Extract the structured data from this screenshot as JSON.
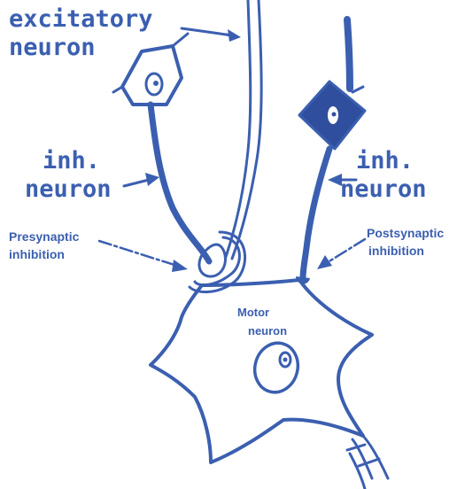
{
  "labels": {
    "excitatory_line1": "excitatory",
    "excitatory_line2": "neuron",
    "inh_left_line1": "inh.",
    "inh_left_line2": "neuron",
    "inh_right_line1": "inh.",
    "inh_right_line2": "neuron",
    "presynaptic_line1": "Presynaptic",
    "presynaptic_line2": "inhibition",
    "postsynaptic_line1": "Postsynaptic",
    "postsynaptic_line2": "inhibition",
    "motor_line1": "Motor",
    "motor_line2": "neuron"
  },
  "colors": {
    "ink": "#3b5fb0",
    "fill_dark": "#2f4f9e",
    "background": "#ffffff"
  }
}
